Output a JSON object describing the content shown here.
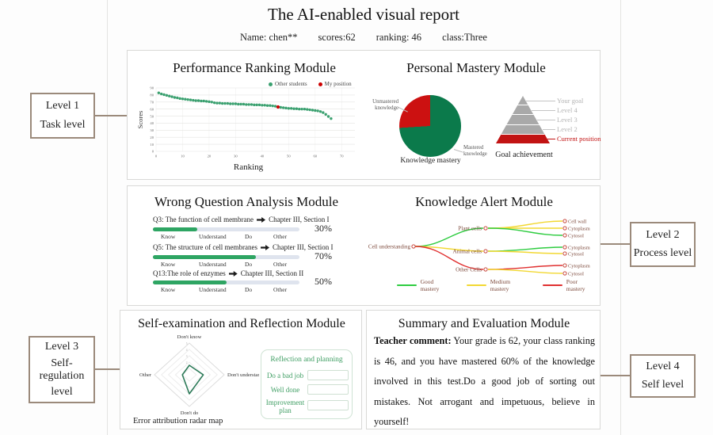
{
  "header": {
    "title": "The AI-enabled visual report",
    "info": [
      "Name: chen**",
      "scores:62",
      "ranking: 46",
      "class:Three"
    ]
  },
  "level_labels": {
    "level1": {
      "lines": [
        "Level 1",
        "Task level"
      ]
    },
    "level2": {
      "lines": [
        "Level 2",
        "Process level"
      ]
    },
    "level3": {
      "lines": [
        "Level 3",
        "Self-regulation",
        "level"
      ]
    },
    "level4": {
      "lines": [
        "Level 4",
        "Self level"
      ]
    }
  },
  "modules": {
    "performance": {
      "title": "Performance Ranking Module",
      "xlabel": "Ranking",
      "ylabel": "Scores"
    },
    "mastery": {
      "title": "Personal Mastery Module",
      "pie_caption": "Knowledge mastery",
      "pyramid_caption": "Goal achievement"
    },
    "wrong": {
      "title": "Wrong Question Analysis Module",
      "questions": [
        {
          "q": "Q3:",
          "topic": "The function of cell membrane",
          "chapter": "Chapter III, Section I",
          "percent_label": "30%"
        },
        {
          "q": "Q5:",
          "topic": "The structure of cell membranes",
          "chapter": "Chapter III, Section I",
          "percent_label": "70%"
        },
        {
          "q": "Q13:",
          "topic": "The role of enzymes",
          "chapter": "Chapter III, Section II",
          "percent_label": "50%"
        }
      ]
    },
    "alert": {
      "title": "Knowledge Alert Module"
    },
    "selfexam": {
      "title": "Self-examination and Reflection Module",
      "radar_caption": "Error attribution radar map",
      "reflection": {
        "title": "Reflection and planning",
        "fields": [
          "Do a bad job",
          "Well done",
          "Improvement plan"
        ]
      }
    },
    "summary": {
      "title": "Summary and Evaluation Module",
      "comment_label": "Teacher comment:",
      "comment_text": " Your grade is 62, your class ranking is 46, and you have mastered 60% of the knowledge involved in this test.Do a good job of sorting out mistakes. Not arrogant and impetuous, believe in yourself!"
    }
  },
  "chart_data": [
    {
      "id": "ranking-scatter",
      "type": "scatter",
      "title": "Performance Ranking Module",
      "xlabel": "Ranking",
      "ylabel": "Scores",
      "xlim": [
        0,
        75
      ],
      "ylim": [
        0,
        90
      ],
      "xticks": [
        0,
        10,
        20,
        30,
        40,
        50,
        60,
        70
      ],
      "yticks": [
        0,
        10,
        20,
        30,
        40,
        50,
        60,
        70,
        80,
        90
      ],
      "grid": true,
      "legend_position": "top-right",
      "legend": [
        {
          "name": "Other students",
          "color": "#3aa06f"
        },
        {
          "name": "My position",
          "color": "#cc0000"
        }
      ],
      "my_position": {
        "rank": 46,
        "score": 63
      },
      "scores_by_rank": [
        83,
        81.5,
        80.5,
        79.5,
        78.5,
        77.5,
        76.5,
        76,
        75,
        74.5,
        74,
        73.5,
        73,
        72.5,
        72,
        72,
        71.5,
        71.5,
        71,
        70.5,
        70,
        69,
        68.5,
        68.5,
        68,
        68,
        68,
        67.5,
        67.5,
        67.5,
        67,
        67,
        67,
        66.5,
        66.5,
        66.5,
        66,
        66,
        66,
        65.5,
        65.5,
        65,
        65,
        64.5,
        64,
        63,
        62.5,
        62,
        61.5,
        61,
        61,
        60.5,
        60.5,
        60,
        60,
        60,
        59.5,
        59,
        58.5,
        58,
        57.5,
        56.5,
        55,
        52.5,
        49.5,
        46.5
      ]
    },
    {
      "id": "mastery-pie",
      "type": "pie",
      "labels": [
        "Mastered knowledge",
        "Unmastered knowledge"
      ],
      "values": [
        74,
        26
      ],
      "colors": [
        "#0b7a4b",
        "#cc1111"
      ],
      "caption": "Knowledge mastery"
    },
    {
      "id": "goal-pyramid",
      "type": "pyramid",
      "levels": [
        {
          "label": "Your goal",
          "color": "#a9a9a9"
        },
        {
          "label": "Level 4",
          "color": "#a9a9a9"
        },
        {
          "label": "Level 3",
          "color": "#a9a9a9"
        },
        {
          "label": "Level 2",
          "color": "#a9a9a9"
        },
        {
          "label": "Current position",
          "color": "#c21313"
        }
      ],
      "caption": "Goal achievement"
    },
    {
      "id": "wrong-question-bars",
      "type": "bar",
      "categories": [
        "Q3",
        "Q5",
        "Q13"
      ],
      "values": [
        30,
        70,
        50
      ],
      "scale_labels": [
        "Know",
        "Understand",
        "Do",
        "Other"
      ],
      "bar_color": "#2ea563",
      "track_color": "#dfe4ee"
    },
    {
      "id": "knowledge-tree",
      "type": "tree",
      "root": {
        "label": "Cell understanding"
      },
      "branches": [
        {
          "label": "Plant cells",
          "edge": "#2ecc40",
          "children": [
            {
              "label": "Cell wall",
              "edge": "#f2d832"
            },
            {
              "label": "Cytoplasm",
              "edge": "#f2d832"
            },
            {
              "label": "Cytosol",
              "edge": "#2ecc40"
            }
          ]
        },
        {
          "label": "Animal cells",
          "edge": "#f2d832",
          "children": [
            {
              "label": "Cytoplasm",
              "edge": "#2ecc40"
            },
            {
              "label": "Cytosol",
              "edge": "#f2d832"
            }
          ]
        },
        {
          "label": "Other Cells",
          "edge": "#e03030",
          "children": [
            {
              "label": "Cytoplasm",
              "edge": "#e03030"
            },
            {
              "label": "Cytosol",
              "edge": "#f2d832"
            }
          ]
        }
      ],
      "legend": [
        {
          "name": "Good mastery",
          "color": "#2ecc40"
        },
        {
          "name": "Medium mastery",
          "color": "#f2d832"
        },
        {
          "name": "Poor mastery",
          "color": "#e03030"
        }
      ]
    },
    {
      "id": "attribution-radar",
      "type": "radar",
      "axes": [
        "Don't know",
        "Don't understand",
        "Don't do",
        "Other"
      ],
      "values": [
        1.5,
        2,
        3,
        1
      ],
      "max": 5,
      "rings": 5,
      "stroke": "#2c7a58"
    }
  ]
}
